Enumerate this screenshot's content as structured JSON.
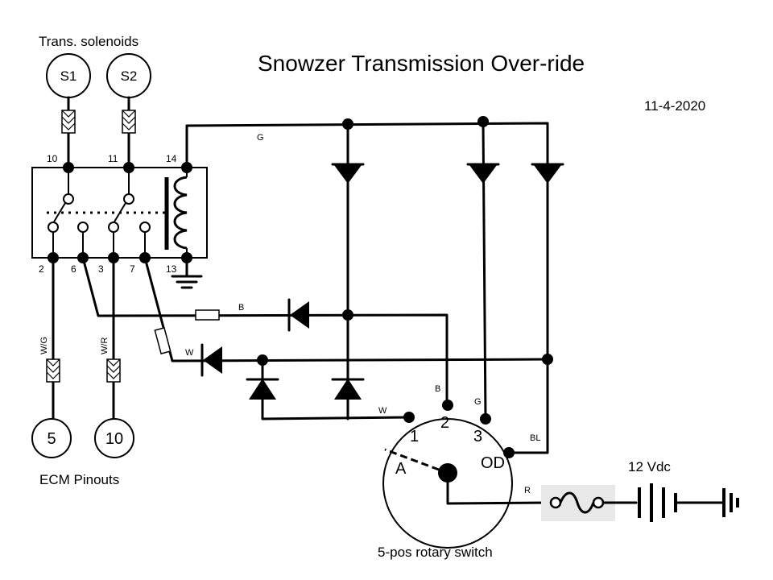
{
  "title": "Snowzer Transmission Over-ride",
  "date": "11-4-2020",
  "solenoids": {
    "header": "Trans. solenoids",
    "s1": "S1",
    "s2": "S2"
  },
  "relay": {
    "pins_top": [
      "10",
      "11",
      "14"
    ],
    "pins_bottom": [
      "2",
      "6",
      "3",
      "7",
      "13"
    ]
  },
  "ecm": {
    "footer": "ECM  Pinouts",
    "pin_a": "5",
    "pin_b": "10",
    "wire_a": "W/G",
    "wire_b": "W/R"
  },
  "wires": {
    "g_top": "G",
    "b": "B",
    "w": "W",
    "w_switch": "W",
    "b_switch": "B",
    "g_switch": "G",
    "bl": "BL",
    "r": "R"
  },
  "switch": {
    "caption": "5-pos rotary switch",
    "pos1": "1",
    "pos2": "2",
    "pos3": "3",
    "pos_a": "A",
    "pos_od": "OD"
  },
  "supply": "12 Vdc"
}
